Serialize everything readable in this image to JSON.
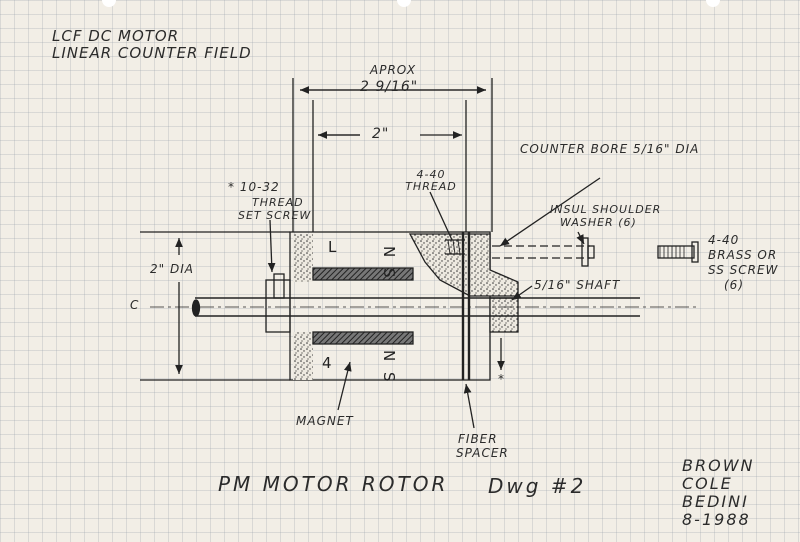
{
  "header": {
    "line1": "LCF DC MOTOR",
    "line2": "LINEAR COUNTER FIELD"
  },
  "dimensions": {
    "aprox": "APROX",
    "overall": "2 9/16\"",
    "inner": "2\"",
    "diameter": "2\" DIA",
    "shaft": "5/16\" SHAFT"
  },
  "labels": {
    "thread_top": "4-40",
    "thread_bottom": "THREAD",
    "setscrew_1": "* 10-32",
    "setscrew_2": "THREAD",
    "setscrew_3": "SET SCREW",
    "counter_bore": "COUNTER BORE 5/16\" DIA",
    "washer_1": "INSUL SHOULDER",
    "washer_2": "WASHER (6)",
    "screw_1": "4-40",
    "screw_2": "BRASS OR",
    "screw_3": "SS SCREW",
    "screw_4": "(6)",
    "centerline": "C",
    "magnet": "MAGNET",
    "fiber_1": "FIBER",
    "fiber_2": "SPACER",
    "asterisk": "*"
  },
  "rotor_marks": {
    "upper_left": "L",
    "lower_left": "4",
    "upper_n": "N",
    "upper_s": "S",
    "lower_n": "N",
    "lower_s": "S"
  },
  "title": {
    "main": "PM MOTOR ROTOR",
    "dwg": "Dwg #2"
  },
  "authors": {
    "a1": "BROWN",
    "a2": "COLE",
    "a3": "BEDINI",
    "date": "8-1988"
  }
}
